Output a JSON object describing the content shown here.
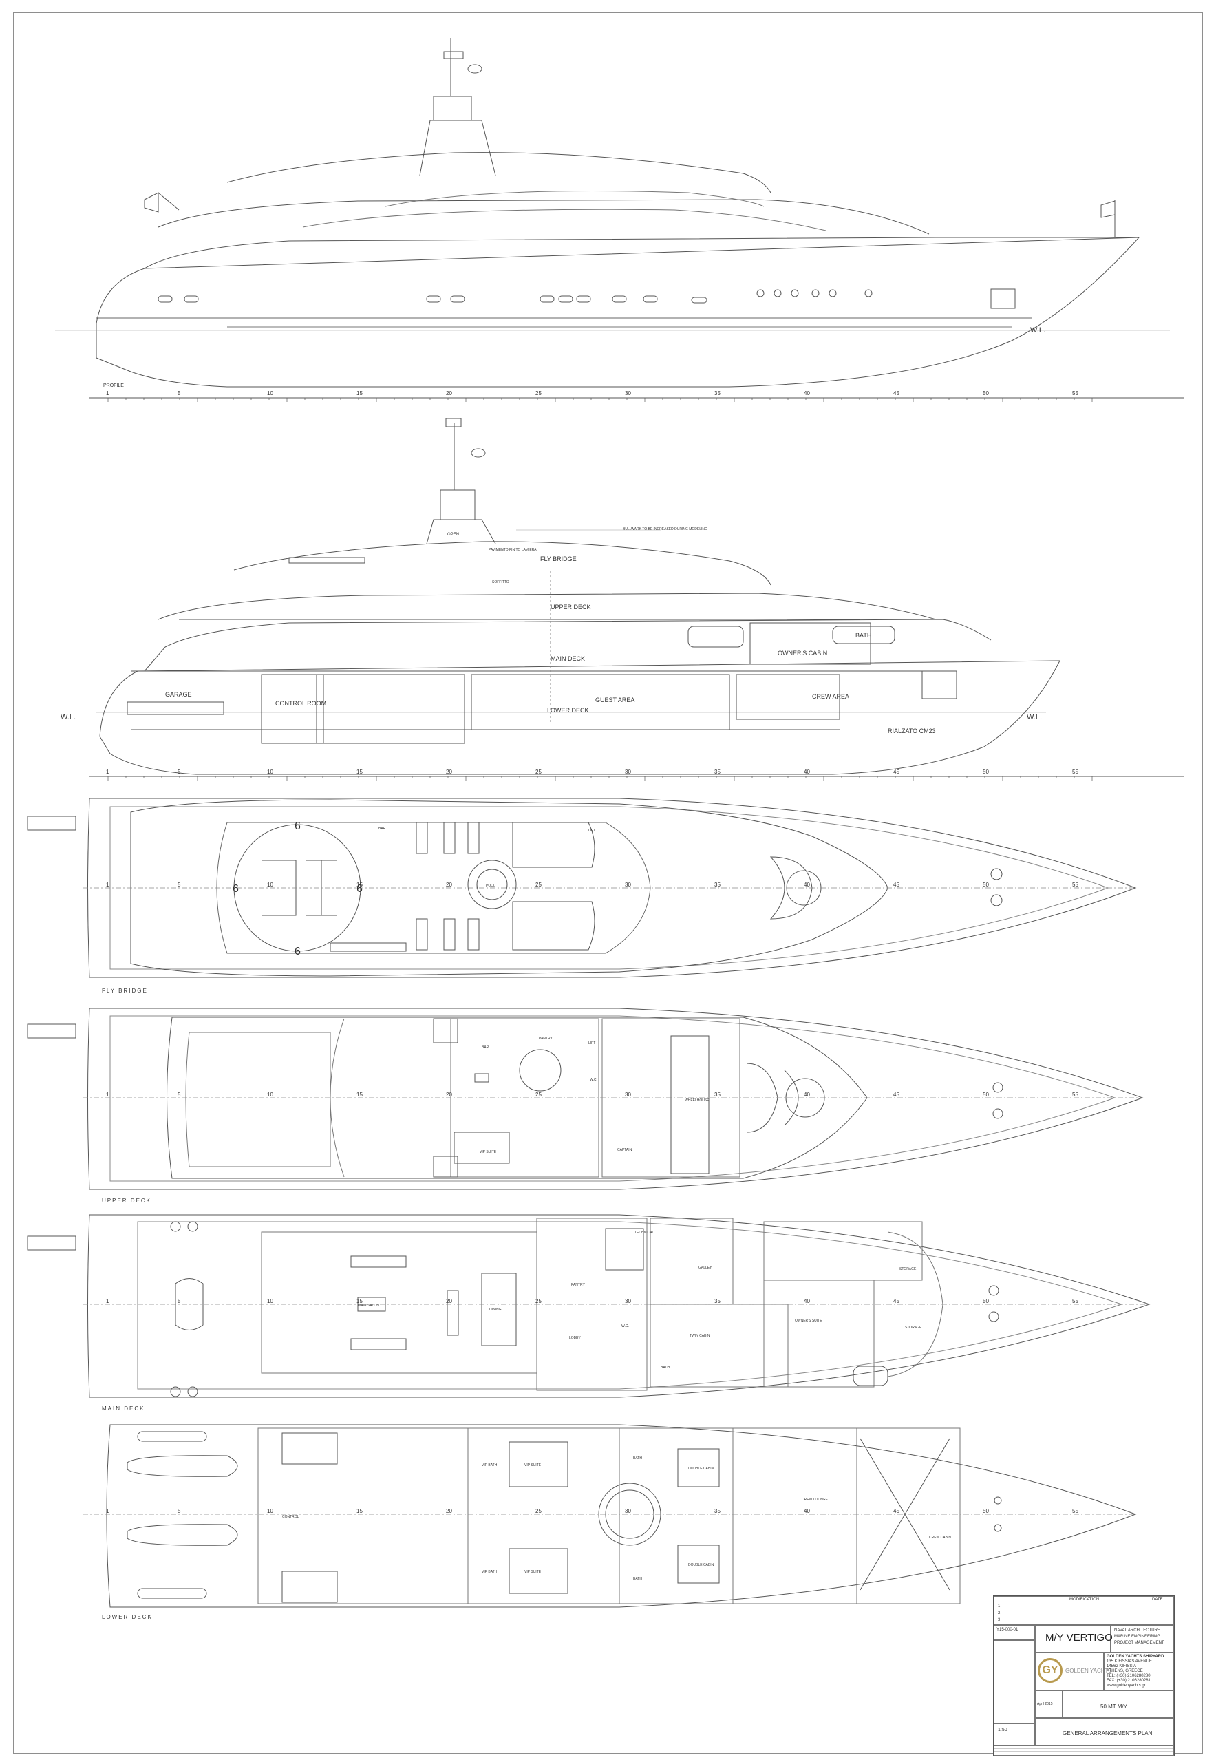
{
  "views": {
    "profile": "PROFILE",
    "fly_bridge": "FLY BRIDGE",
    "upper_deck": "UPPER DECK",
    "main_deck": "MAIN DECK",
    "lower_deck": "LOWER DECK"
  },
  "waterline": "W.L.",
  "frame_numbers": [
    "1",
    "5",
    "10",
    "15",
    "20",
    "25",
    "30",
    "35",
    "40",
    "45",
    "50",
    "55"
  ],
  "section": {
    "fly_bridge": "FLY BRIDGE",
    "upper_deck": "UPPER DECK",
    "main_deck": "MAIN DECK",
    "lower_deck": "LOWER DECK",
    "garage": "GARAGE",
    "control_room": "CONTROL ROOM",
    "guest_area": "GUEST AREA",
    "owners_cabin": "OWNER'S CABIN",
    "bath": "BATH",
    "crew_area": "CREW AREA",
    "rialzato": "RIALZATO CM23",
    "open": "OPEN",
    "soffitto": "SOFFITTO",
    "pavimento": "PAVIMENTO FINITO LAMIERA",
    "bulwark_note": "BULLWARK TO BE INCREASED DURING MODELING"
  },
  "flybridge": {
    "heli_marks": [
      "6",
      "6",
      "6",
      "6"
    ],
    "bar": "BAR",
    "pool": "POOL",
    "lift": "LIFT"
  },
  "upperdeck": {
    "bar": "BAR",
    "pantry": "PANTRY",
    "captain": "CAPTAIN",
    "vip_suite": "VIP SUITE",
    "wheelhouse": "WHEELHOUSE",
    "wc": "W.C.",
    "lift": "LIFT"
  },
  "maindeck": {
    "main_salon": "MAIN SALON",
    "dining": "DINING",
    "pantry": "PANTRY",
    "lobby": "LOBBY",
    "technical": "TECHNICAL",
    "galley": "GALLEY",
    "twin_cabin": "TWIN CABIN",
    "owners_suite": "OWNER'S SUITE",
    "storage": "STORAGE",
    "bath": "BATH",
    "wc": "W.C."
  },
  "lowerdeck": {
    "vip_bath": "VIP BATH",
    "vip_suite": "VIP SUITE",
    "double_cabin": "DOUBLE CABIN",
    "bath": "BATH",
    "control": "CONTROL",
    "crew_lounge": "CREW LOUNGE",
    "crew_cabin": "CREW CABIN"
  },
  "title_block": {
    "modification_header": "MODIFICATION",
    "date_header": "DATE",
    "rev_rows": [
      "1",
      "2",
      "3"
    ],
    "project_no": "Y15-000-01",
    "vessel_name": "M/Y VERTIGO",
    "designer_lines": [
      "NAVAL ARCHITECTURE",
      "MARINE ENGINEERING",
      "PROJECT MANAGEMENT"
    ],
    "company_name": "GOLDEN YACHTS",
    "company_block": [
      "GOLDEN YACHTS SHIPYARD",
      "135 KIFISSIAS AVENUE",
      "14562 KIFISSIA",
      "ATHENS, GREECE",
      "TEL: (+30) 2106280280",
      "FAX: (+30) 2106280281",
      "www.goldenyachts.gr"
    ],
    "scale": "1:50",
    "date": "April 2015",
    "size_label": "50 MT M/Y",
    "drawing_title": "GENERAL ARRANGEMENTS PLAN",
    "colors": {
      "logo_gold": "#b89a4e",
      "logo_gray": "#8c8c8c"
    }
  }
}
